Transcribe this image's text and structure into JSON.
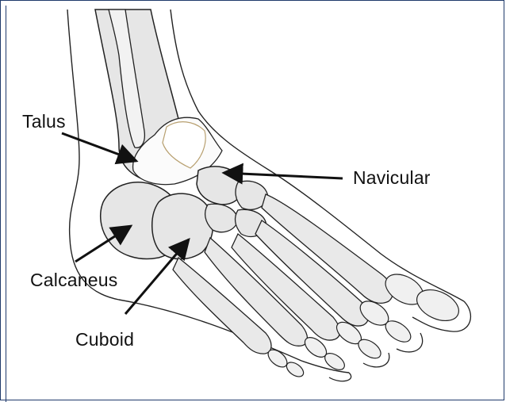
{
  "labels": {
    "talus": "Talus",
    "navicular": "Navicular",
    "calcaneus": "Calcaneus",
    "cuboid": "Cuboid"
  },
  "colors": {
    "frame": "#1f3a6b",
    "bone_fill": "#e6e6e6",
    "bone_light": "#f2f2f2",
    "outline": "#222222"
  }
}
